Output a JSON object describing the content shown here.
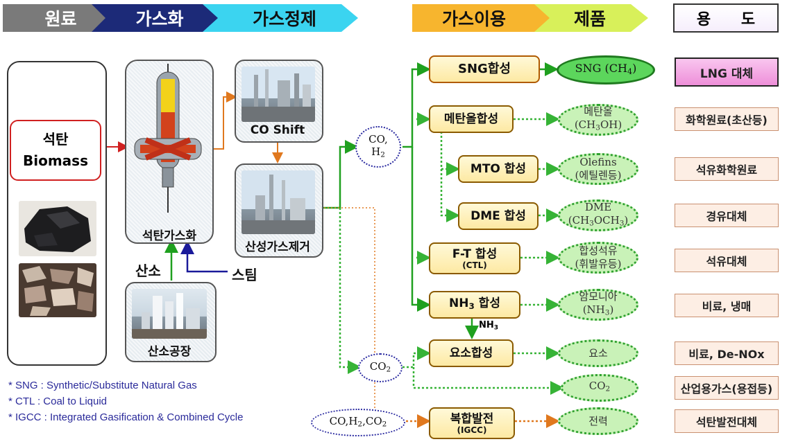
{
  "header": {
    "stage_raw": "원료",
    "stage_gasify": "가스화",
    "stage_purify": "가스정제",
    "stage_use": "가스이용",
    "stage_product": "제품",
    "stage_usage": "용 도"
  },
  "raw": {
    "line1": "석탄",
    "line2": "Biomass"
  },
  "gasifier_label": "석탄가스화",
  "oxygen_label": "산소",
  "steam_label": "스팀",
  "oxygen_plant_label": "산소공장",
  "co_shift_label": "CO Shift",
  "acid_gas_label": "산성가스제거",
  "gas1": {
    "line1": "CO,",
    "line2": "H",
    "line2_sub": "2"
  },
  "gas2": {
    "main": "CO",
    "sub": "2"
  },
  "gas3": {
    "main": "CO,H",
    "sub1": "2",
    "mid": ",CO",
    "sub2": "2"
  },
  "processes": {
    "sng": "SNG합성",
    "methanol": "메탄올합성",
    "mto": "MTO 합성",
    "dme": "DME 합성",
    "ft": "F-T 합성",
    "ft_sub": "(CTL)",
    "nh3_a": "NH",
    "nh3_sub": "3",
    "nh3_b": " 합성",
    "urea": "요소합성",
    "igcc": "복합발전",
    "igcc_sub": "(IGCC)"
  },
  "nh3_arrow_a": "NH",
  "nh3_arrow_sub": "3",
  "products": {
    "sng_a": "SNG (CH",
    "sng_sub": "4",
    "sng_b": ")",
    "methanol_1": "메탄올",
    "methanol_2a": "(CH",
    "methanol_2sub": "3",
    "methanol_2b": "OH)",
    "olefins_1": "Olefins",
    "olefins_2": "(에틸렌등)",
    "dme_1": "DME",
    "dme_2a": "(CH",
    "dme_2sub1": "3",
    "dme_2b": "OCH",
    "dme_2sub2": "3",
    "dme_2c": ")",
    "ft_1": "합성석유",
    "ft_2": "(휘발유등)",
    "nh3_1": "암모니아",
    "nh3_2a": "(NH",
    "nh3_2sub": "3",
    "nh3_2b": ")",
    "urea": "요소",
    "co2_a": "CO",
    "co2_sub": "2",
    "power": "전력"
  },
  "usages": {
    "lng": "LNG 대체",
    "chemical": "화학원료(초산등)",
    "petrochem": "석유화학원료",
    "diesel": "경유대체",
    "oil": "석유대체",
    "fertilizer": "비료, 냉매",
    "denox": "비료, De-NOx",
    "industrial_gas": "산업용가스(용접등)",
    "coal_power": "석탄발전대체"
  },
  "notes": [
    "* SNG : Synthetic/Substitute Natural Gas",
    "* CTL : Coal to Liquid",
    "* IGCC : Integrated Gasification & Combined Cycle"
  ],
  "colors": {
    "chevron_raw": "#7a7a7a",
    "chevron_gasify": "#1c2a78",
    "chevron_purify": "#3bd4f0",
    "chevron_use": "#f7b52e",
    "chevron_product": "#d8f05a",
    "line_green": "#1fa01f",
    "line_dotted_green": "#36b336",
    "line_orange": "#e0781e",
    "line_red": "#d02020",
    "line_blue": "#1a1a9a"
  }
}
